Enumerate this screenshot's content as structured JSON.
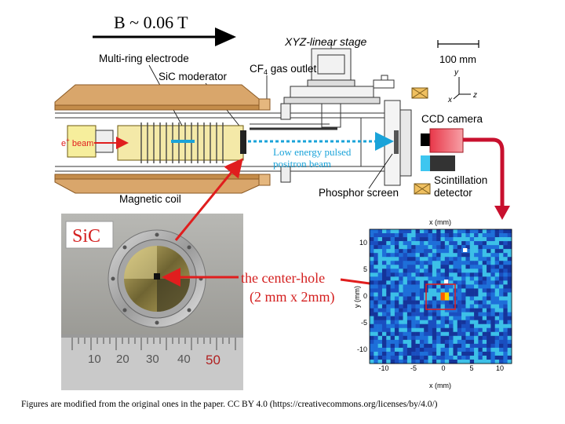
{
  "field_label": "B ~ 0.06 T",
  "labels": {
    "stage": "XYZ-linear stage",
    "electrode": "Multi-ring electrode",
    "cf4_gas": "CF",
    "cf4_sub": "4",
    "cf4_rest": " gas outlet",
    "moderator": "SiC moderator",
    "ebeam": "e",
    "ebeam_sup": "+",
    "ebeam_rest": " beam",
    "low_energy_1": "Low energy pulsed",
    "low_energy_2": "positron beam",
    "magnetic_coil": "Magnetic coil",
    "phosphor": "Phosphor screen",
    "ccd": "CCD camera",
    "scint_1": "Scintillation",
    "scint_2": "detector",
    "scale": "100 mm",
    "axis_y": "y",
    "axis_x": "x",
    "axis_z": "z"
  },
  "photo": {
    "title": "SiC",
    "ruler_numbers": [
      "10",
      "20",
      "30",
      "40",
      "50"
    ]
  },
  "hole_label_1": "the center-hole",
  "hole_label_2": "(2 mm x 2mm)",
  "heatmap": {
    "x_label_top": "x (mm)",
    "x_label_bottom": "x (mm)",
    "y_label": "y (mm)",
    "x_ticks": [
      "-10",
      "-5",
      "0",
      "5",
      "10"
    ],
    "y_ticks": [
      "10",
      "5",
      "0",
      "-5",
      "-10"
    ]
  },
  "caption": "Figures are modified from the original ones in the paper. CC BY 4.0 (https://creativecommons.org/licenses/by/4.0/)",
  "colors": {
    "red_arrow": "#e01e1e",
    "cyan_beam": "#1aa3d9",
    "coil": "#d9a66b",
    "electrode": "#f4e9a8"
  }
}
